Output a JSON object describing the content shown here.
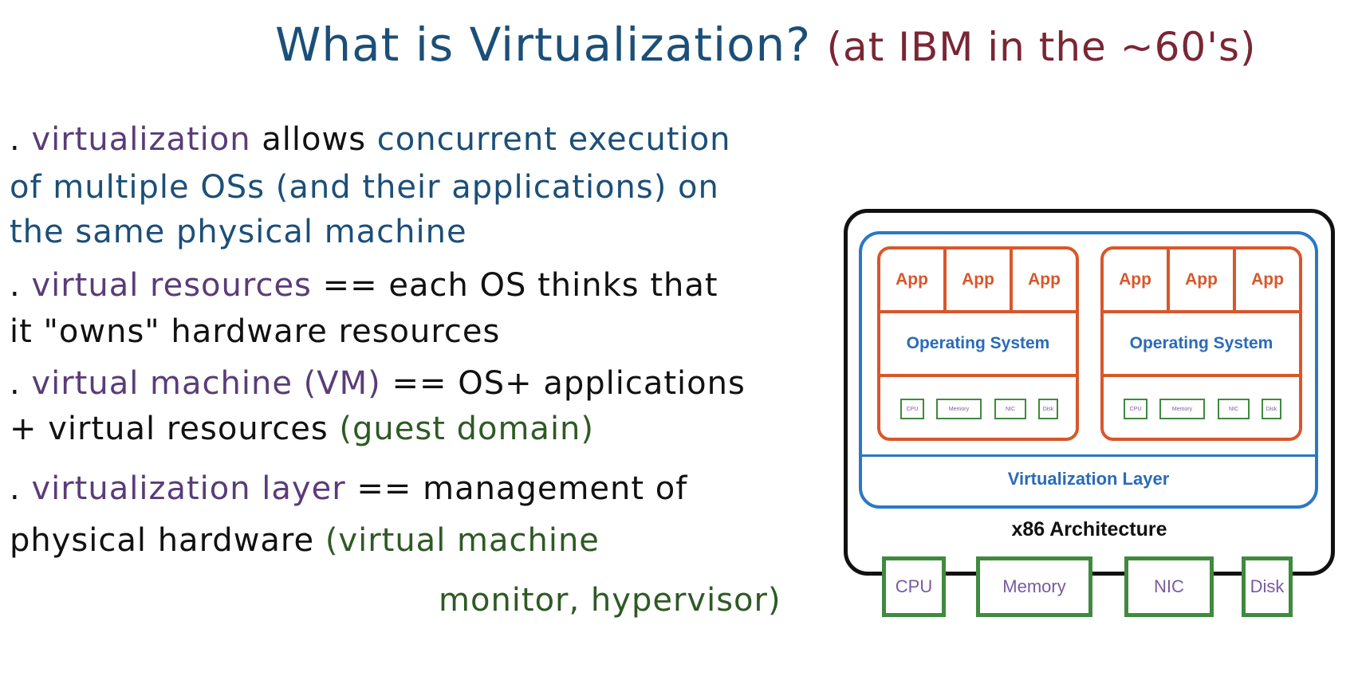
{
  "title": {
    "main": "What is Virtualization?",
    "aside": "(at IBM in the ~60's)"
  },
  "notes": [
    [
      {
        "text": ". ",
        "color": "black"
      },
      {
        "text": "virtualization",
        "color": "purple"
      },
      {
        "text": " allows ",
        "color": "black"
      },
      {
        "text": "concurrent execution",
        "color": "blue"
      }
    ],
    [
      {
        "text": "of multiple OSs (and their applications) on",
        "color": "blue"
      }
    ],
    [
      {
        "text": "the same physical machine",
        "color": "blue"
      }
    ],
    [
      {
        "text": ". ",
        "color": "black"
      },
      {
        "text": "virtual resources",
        "color": "purple"
      },
      {
        "text": " == each OS thinks that",
        "color": "black"
      }
    ],
    [
      {
        "text": "it \"owns\" hardware resources",
        "color": "black"
      }
    ],
    [
      {
        "text": ". ",
        "color": "black"
      },
      {
        "text": "virtual machine (VM)",
        "color": "purple"
      },
      {
        "text": " == OS+ applications",
        "color": "black"
      }
    ],
    [
      {
        "text": "+ virtual resources ",
        "color": "black"
      },
      {
        "text": "(guest domain)",
        "color": "green"
      }
    ],
    [
      {
        "text": ". ",
        "color": "black"
      },
      {
        "text": "virtualization layer",
        "color": "purple"
      },
      {
        "text": " == management of",
        "color": "black"
      }
    ],
    [
      {
        "text": "physical hardware ",
        "color": "black"
      },
      {
        "text": "(virtual machine",
        "color": "green"
      }
    ],
    [
      {
        "text": "monitor, hypervisor)",
        "color": "green"
      }
    ]
  ],
  "diagram": {
    "vms": [
      {
        "apps": [
          "App",
          "App",
          "App"
        ],
        "os": "Operating System",
        "resources": [
          "CPU",
          "Memory",
          "NIC",
          "Disk"
        ]
      },
      {
        "apps": [
          "App",
          "App",
          "App"
        ],
        "os": "Operating System",
        "resources": [
          "CPU",
          "Memory",
          "NIC",
          "Disk"
        ]
      }
    ],
    "virtualization_layer": "Virtualization Layer",
    "architecture": "x86 Architecture",
    "hardware": [
      "CPU",
      "Memory",
      "NIC",
      "Disk"
    ]
  },
  "colors": {
    "purple": "#5a3c79",
    "blue": "#1b4f78",
    "black": "#111111",
    "green": "#2e5a24",
    "title_aside": "#7a2635",
    "vm_border": "#d8572a",
    "layer_border": "#2a78c6",
    "hardware_border": "#3f8a3f"
  }
}
